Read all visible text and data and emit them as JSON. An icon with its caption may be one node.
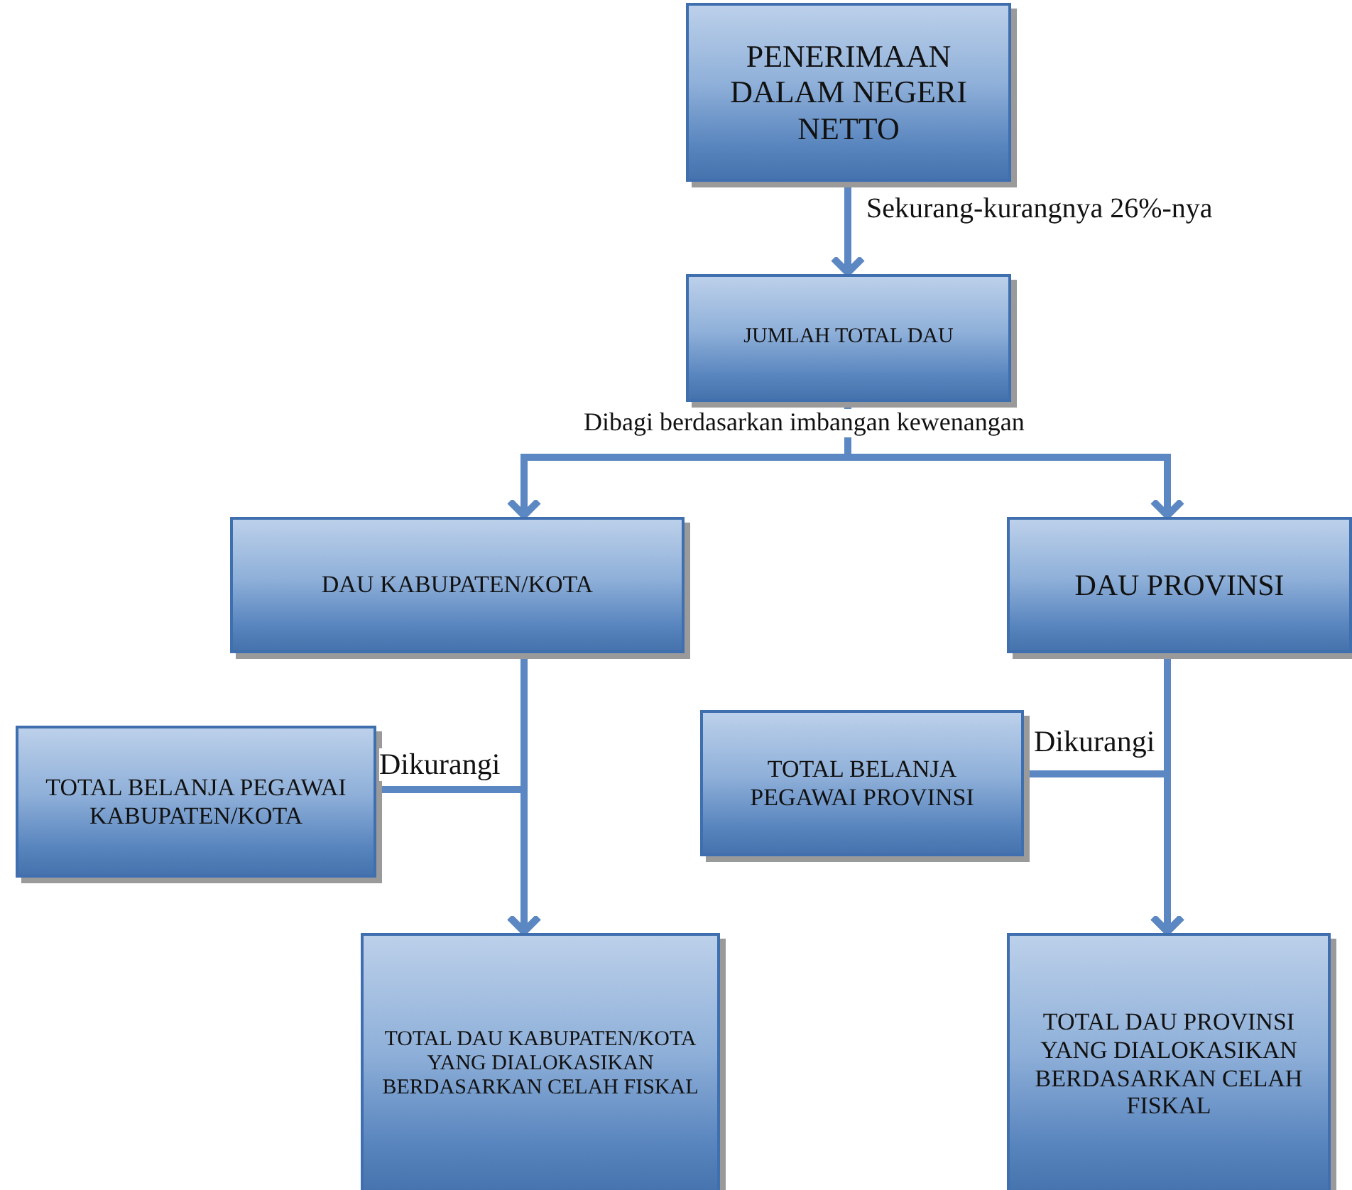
{
  "diagram": {
    "nodes": [
      {
        "text": [
          "PENERIMAAN DALAM NEGERI NETTO"
        ]
      },
      {
        "text": [
          "JUMLAH TOTAL DAU"
        ]
      },
      {
        "text": [
          "DAU KABUPATEN/KOTA"
        ]
      },
      {
        "text": [
          "DAU PROVINSI"
        ]
      },
      {
        "text": [
          "TOTAL BELANJA PEGAWAI KABUPATEN/KOTA"
        ]
      },
      {
        "text": [
          "TOTAL BELANJA PEGAWAI PROVINSI"
        ]
      },
      {
        "text": [
          "TOTAL DAU KABUPATEN/KOTA YANG DIALOKASIKAN BERDASARKAN CELAH FISKAL"
        ]
      },
      {
        "text": [
          "TOTAL DAU PROVINSI YANG DIALOKASIKAN BERDASARKAN CELAH FISKAL"
        ]
      }
    ],
    "edges": [
      {
        "from": 0,
        "to": 1,
        "arrow": "to",
        "label": "Sekurang-kurangnya 26%-nya"
      },
      {
        "from": 1,
        "to": 2,
        "arrow": "to",
        "label": "Dibagi berdasarkan imbangan kewenangan"
      },
      {
        "from": 1,
        "to": 3,
        "arrow": "to"
      },
      {
        "from": 2,
        "to": 6,
        "arrow": "to"
      },
      {
        "from": 4,
        "to": 6,
        "arrow": "to",
        "label": "Dikurangi"
      },
      {
        "from": 3,
        "to": 7,
        "arrow": "to"
      },
      {
        "from": 5,
        "to": 7,
        "arrow": "to",
        "label": "Dikurangi"
      }
    ]
  }
}
